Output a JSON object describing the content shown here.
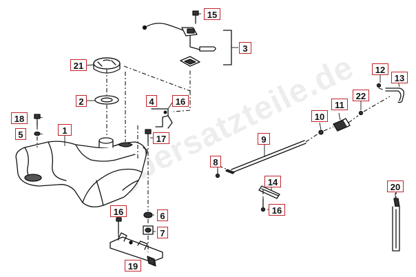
{
  "watermark": "atgbersatzteile.de",
  "accent_color": "#c0232b",
  "callouts": {
    "c1": "1",
    "c2": "2",
    "c3": "3",
    "c4": "4",
    "c5": "5",
    "c6": "6",
    "c7": "7",
    "c8": "8",
    "c9": "9",
    "c10": "10",
    "c11": "11",
    "c12": "12",
    "c13": "13",
    "c14": "14",
    "c15": "15",
    "c16a": "16",
    "c16b": "16",
    "c16c": "16",
    "c17": "17",
    "c18": "18",
    "c19": "19",
    "c20": "20",
    "c21": "21",
    "c22": "22"
  },
  "parts": [
    "fuel-tank",
    "fuel-cap",
    "cap-gasket",
    "fuel-sender-unit",
    "bracket",
    "bolt",
    "washer",
    "rubber-cushion",
    "cushion",
    "rod",
    "clamp",
    "pin",
    "hose-end",
    "tension-band",
    "mounting-plate",
    "strap",
    "rivet"
  ]
}
